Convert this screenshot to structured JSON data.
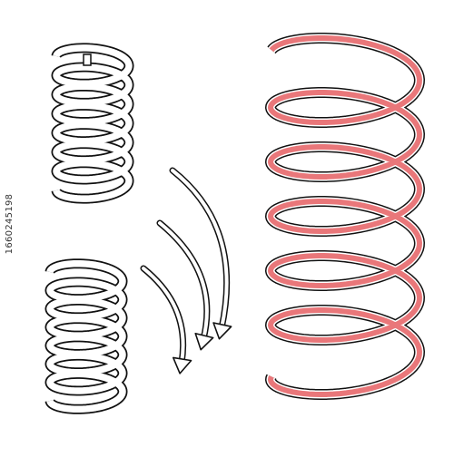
{
  "image": {
    "stock_id": "1660245198",
    "colors": {
      "background": "#ffffff",
      "stroke": "#111111",
      "accent": "#e9777a"
    }
  },
  "illustration": {
    "springs": [
      {
        "name": "small-spring-top",
        "style": "outline",
        "coil_count": 7
      },
      {
        "name": "small-spring-bottom",
        "style": "outline",
        "coil_count": 7
      },
      {
        "name": "large-spring-stretched",
        "style": "red-outline",
        "coil_count": 6
      }
    ],
    "arrows": [
      {
        "name": "arrow-long",
        "icon": "curved-arrow-down-right-icon"
      },
      {
        "name": "arrow-medium",
        "icon": "curved-arrow-down-right-icon"
      },
      {
        "name": "arrow-short",
        "icon": "curved-arrow-down-right-icon"
      }
    ]
  }
}
